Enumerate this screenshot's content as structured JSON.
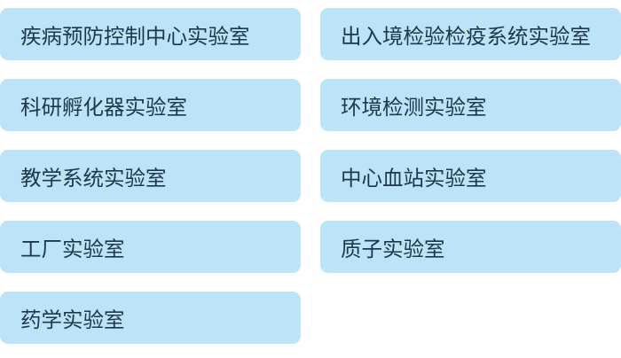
{
  "labs": [
    {
      "label": "疾病预防控制中心实验室"
    },
    {
      "label": "出入境检验检疫系统实验室"
    },
    {
      "label": "科研孵化器实验室"
    },
    {
      "label": "环境检测实验室"
    },
    {
      "label": "教学系统实验室"
    },
    {
      "label": "中心血站实验室"
    },
    {
      "label": "工厂实验室"
    },
    {
      "label": "质子实验室"
    },
    {
      "label": "药学实验室"
    }
  ]
}
